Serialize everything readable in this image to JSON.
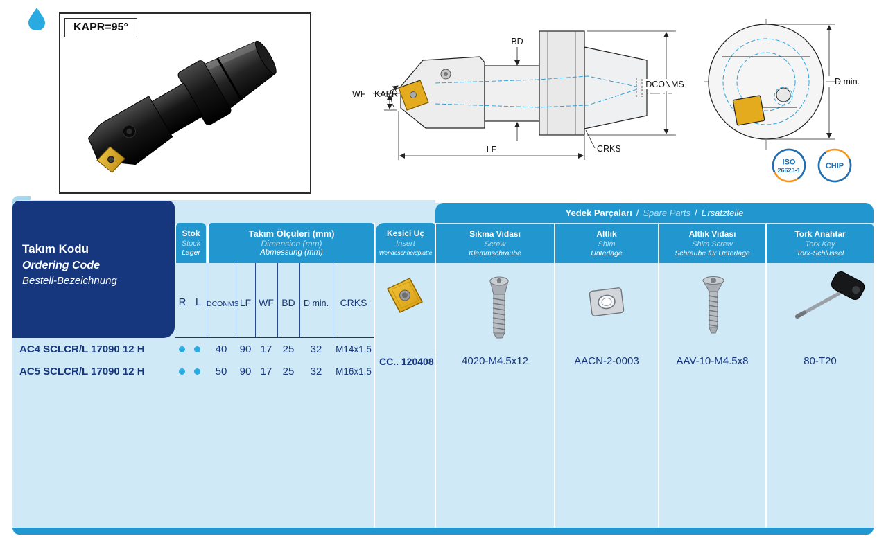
{
  "header": {
    "kapr_label": "KAPR=95°"
  },
  "badges": {
    "iso_line1": "ISO",
    "iso_line2": "26623-1",
    "chip": "CHIP"
  },
  "drawing": {
    "bd": "BD",
    "wf": "WF",
    "kapr": "KAPR",
    "dconms": "DCONMS",
    "crks": "CRKS",
    "lf": "LF",
    "d_min": "D min."
  },
  "table": {
    "ordering": {
      "tr": "Takım Kodu",
      "en": "Ordering Code",
      "de": "Bestell-Bezeichnung"
    },
    "stock_hdr": {
      "tr": "Stok",
      "en": "Stock",
      "de": "Lager"
    },
    "dims_hdr": {
      "tr": "Takım Ölçüleri (mm)",
      "en": "Dimension (mm)",
      "de": "Abmessung (mm)"
    },
    "insert_hdr": {
      "tr": "Kesici Uç",
      "en": "Insert",
      "de": "Wendeschneidplatte"
    },
    "spare_title": {
      "tr": "Yedek Parçaları",
      "en": "Spare Parts",
      "de": "Ersatzteile",
      "sep": "/"
    },
    "spare_columns": [
      {
        "tr": "Sıkma Vidası",
        "en": "Screw",
        "de": "Klemmschraube",
        "value": "4020-M4.5x12"
      },
      {
        "tr": "Altlık",
        "en": "Shim",
        "de": "Unterlage",
        "value": "AACN-2-0003"
      },
      {
        "tr": "Altlık Vidası",
        "en": "Shim Screw",
        "de": "Schraube für Unterlage",
        "value": "AAV-10-M4.5x8"
      },
      {
        "tr": "Tork Anahtar",
        "en": "Torx Key",
        "de": "Torx-Schlüssel",
        "value": "80-T20"
      }
    ],
    "col_letters": {
      "r": "R",
      "l": "L",
      "dconms": "DCONMS",
      "lf": "LF",
      "wf": "WF",
      "bd": "BD",
      "dmin": "D min.",
      "crks": "CRKS"
    },
    "insert_code": "CC.. 120408",
    "rows": [
      {
        "code": "AC4 SCLCR/L 17090 12 H",
        "stock_r": true,
        "stock_l": true,
        "dconms": "40",
        "lf": "90",
        "wf": "17",
        "bd": "25",
        "dmin": "32",
        "crks": "M14x1.5"
      },
      {
        "code": "AC5 SCLCR/L 17090 12 H",
        "stock_r": true,
        "stock_l": true,
        "dconms": "50",
        "lf": "90",
        "wf": "17",
        "bd": "25",
        "dmin": "32",
        "crks": "M16x1.5"
      }
    ]
  },
  "colors": {
    "header_blue": "#2196cf",
    "body_blue": "#cfe9f6",
    "navy": "#16377e",
    "cyan": "#29abe2",
    "insert_gold": "#e3ab1d",
    "badge_blue": "#1d70b7",
    "badge_orange": "#f7941d"
  }
}
